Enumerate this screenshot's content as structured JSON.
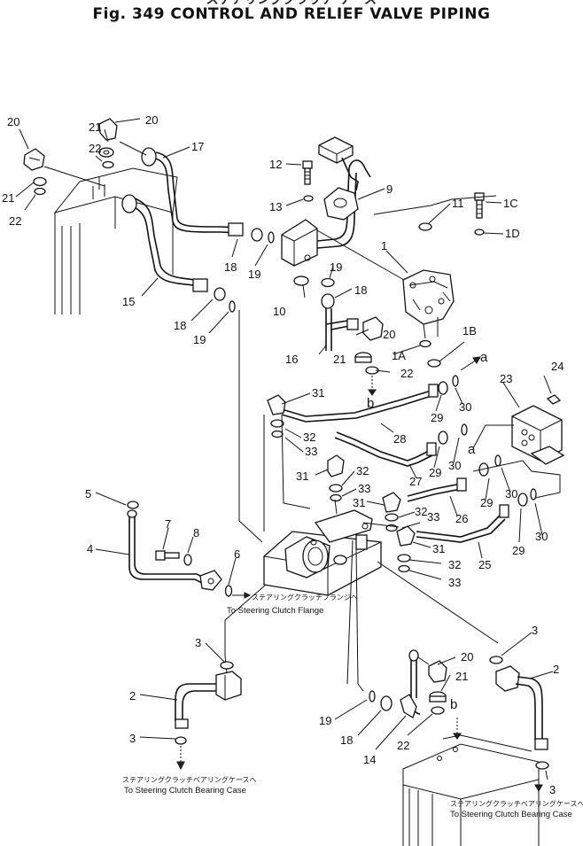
{
  "figure": {
    "header_fragment": "ステアリングクラッチ ケース",
    "title": "Fig. 349  CONTROL AND RELIEF VALVE PIPING"
  },
  "callouts": {
    "c20a": "20",
    "c20b": "20",
    "c21a": "21",
    "c22a": "22",
    "c21b": "21",
    "c22b": "22",
    "c17": "17",
    "c15": "15",
    "c18a": "18",
    "c19a": "19",
    "c18b": "18",
    "c19b": "19",
    "c12": "12",
    "c13": "13",
    "c9": "9",
    "c10": "10",
    "c19c": "19",
    "c18c": "18",
    "c11": "11",
    "c1C": "1C",
    "c1D": "1D",
    "c1": "1",
    "c16": "16",
    "c20c": "20",
    "c1A": "1A",
    "c1B": "1B",
    "c21c": "21",
    "c22c": "22",
    "ca1": "a",
    "cb1": "b",
    "c31a": "31",
    "c24": "24",
    "c23": "23",
    "c29a": "29",
    "c30a": "30",
    "c28": "28",
    "c32a": "32",
    "c33a": "33",
    "ca2": "a",
    "c29b": "29",
    "c30b": "30",
    "c27": "27",
    "c31b": "31",
    "c32b": "32",
    "c33b": "33",
    "c31c": "31",
    "c32c": "32",
    "c33c": "33",
    "c26": "26",
    "c29c": "29",
    "c30c": "30",
    "c29d": "29",
    "c30d": "30",
    "c25": "25",
    "c31d": "31",
    "c32d": "32",
    "c33d": "33",
    "c5": "5",
    "c4": "4",
    "c7": "7",
    "c8": "8",
    "c6": "6",
    "c3a": "3",
    "c2a": "2",
    "c3b": "3",
    "c3c": "3",
    "c2b": "2",
    "c3d": "3",
    "c20d": "20",
    "c21d": "21",
    "cb2": "b",
    "c19d": "19",
    "c18d": "18",
    "c14": "14",
    "c22d": "22"
  },
  "notes": {
    "flange_jp": "ステアリングクラッチフランジへ",
    "flange_en": "To Steering Clutch Flange",
    "bearing_left_jp": "ステアリングクラッチベアリングケースへ",
    "bearing_left_en": "To Steering Clutch Bearing Case",
    "bearing_right_jp": "ステアリングクラッチベアリングケースへ",
    "bearing_right_en": "To Steering Clutch Bearing Case"
  }
}
